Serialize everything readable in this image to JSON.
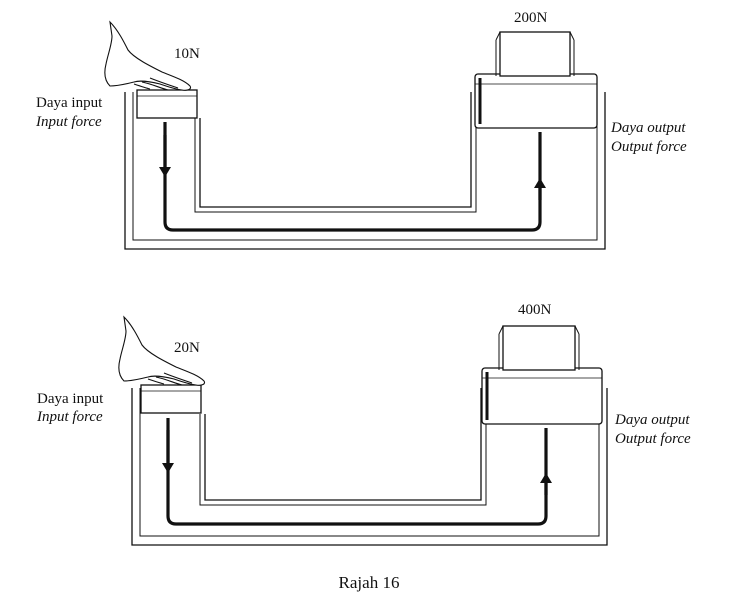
{
  "figure": {
    "caption": "Rajah 16",
    "line_color": "#111111",
    "background": "#ffffff"
  },
  "panels": [
    {
      "input_label_ms": "Daya input",
      "input_label_en": "Input force",
      "input_force": "10N",
      "output_force": "200N",
      "output_label_ms": "Daya output",
      "output_label_en": "Output force",
      "icons": [
        "hand-icon",
        "arrow-down-icon",
        "arrow-up-icon",
        "load-block-icon"
      ]
    },
    {
      "input_label_ms": "Daya input",
      "input_label_en": "Input force",
      "input_force": "20N",
      "output_force": "400N",
      "output_label_ms": "Daya output",
      "output_label_en": "Output force",
      "icons": [
        "hand-icon",
        "arrow-down-icon",
        "arrow-up-icon",
        "load-block-icon"
      ]
    }
  ]
}
